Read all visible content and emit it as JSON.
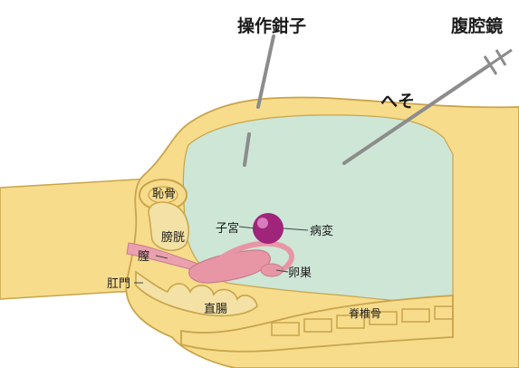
{
  "labels": {
    "forceps": "操作鉗子",
    "laparoscope": "腹腔鏡",
    "navel": "へそ",
    "pubic_bone": "恥骨",
    "bladder": "膀胱",
    "uterus": "子宮",
    "lesion": "病変",
    "vagina": "膣",
    "ovary": "卵巣",
    "anus": "肛門",
    "rectum": "直腸",
    "spine": "脊椎骨"
  },
  "colors": {
    "skin": "#f7dc8c",
    "cavity": "#cde6d6",
    "outline": "#c9a44a",
    "uterus": "#e896a6",
    "lesion": "#a0247a",
    "instrument": "#8c8c8c"
  }
}
